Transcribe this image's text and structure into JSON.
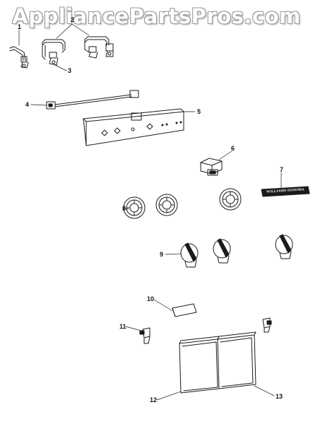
{
  "watermark": "AppliancePartsPros.com",
  "badge_text": "WILLIAMS-SONOMA",
  "callouts": [
    "1",
    "2",
    "3",
    "4",
    "5",
    "6",
    "7",
    "8",
    "9",
    "10",
    "11",
    "12",
    "13"
  ],
  "colors": {
    "line": "#1a1a1a",
    "background": "#ffffff",
    "watermark_outline": "#9a9a9a"
  }
}
